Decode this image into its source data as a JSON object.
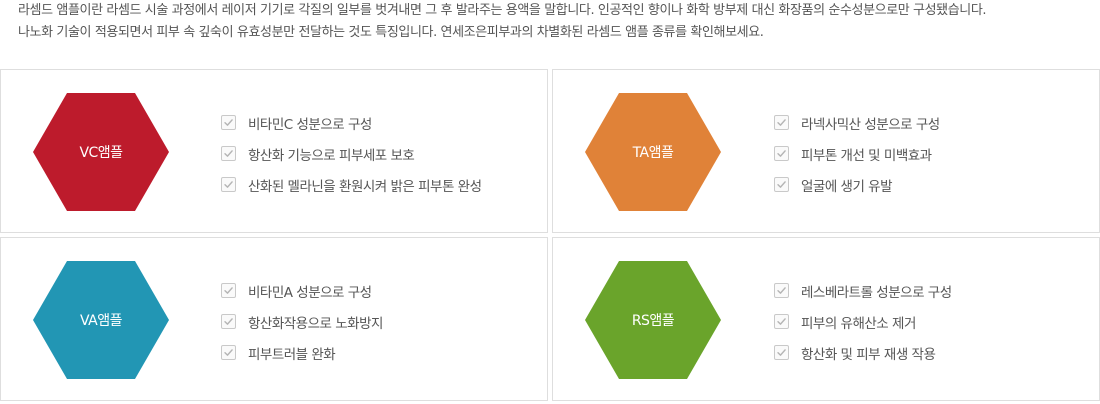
{
  "intro": {
    "line1": "라셈드 앰플이란 라셈드 시술 과정에서 레이저 기기로 각질의 일부를 벗겨내면 그 후 발라주는 용액을 말합니다. 인공적인 향이나 화학 방부제 대신 화장품의 순수성분으로만 구성됐습니다.",
    "line2": "나노화 기술이 적용되면서 피부 속 깊숙이 유효성분만 전달하는 것도 특징입니다. 연세조은피부과의 차별화된 라셈드 앰플 종류를 확인해보세요."
  },
  "products": [
    {
      "name": "VC앰플",
      "color": "#bd1b2c",
      "features": [
        "비타민C 성분으로 구성",
        "항산화 기능으로 피부세포 보호",
        "산화된 멜라닌을 환원시켜 밝은 피부톤 완성"
      ]
    },
    {
      "name": "TA앰플",
      "color": "#e08238",
      "features": [
        "라넥사믹산 성분으로 구성",
        "피부톤 개선 및 미백효과",
        "얼굴에 생기 유발"
      ]
    },
    {
      "name": "VA앰플",
      "color": "#2296b4",
      "features": [
        "비타민A 성분으로 구성",
        "항산화작용으로 노화방지",
        "피부트러블 완화"
      ]
    },
    {
      "name": "RS앰플",
      "color": "#6aa42b",
      "features": [
        "레스베라트롤 성분으로 구성",
        "피부의 유해산소 제거",
        "항산화 및 피부 재생 작용"
      ]
    }
  ],
  "icons": {
    "feature_bullet": "checkbox-check-icon"
  }
}
